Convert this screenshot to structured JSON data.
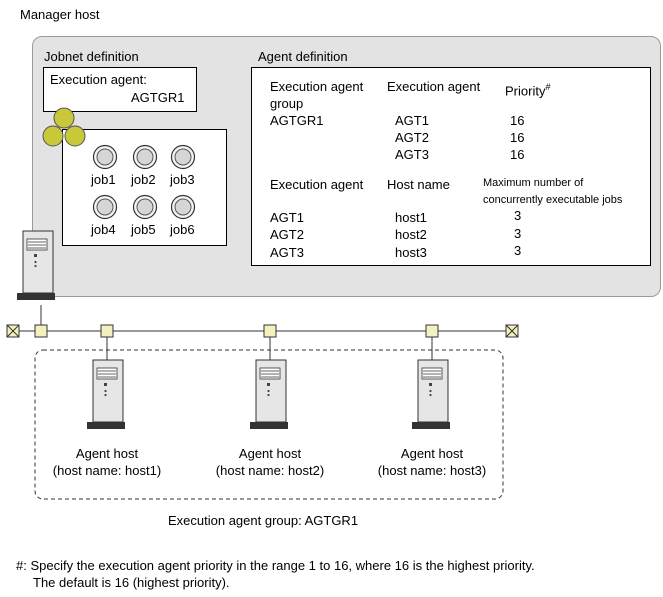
{
  "manager_host_label": "Manager host",
  "jobnet": {
    "section_title": "Jobnet definition",
    "exec_agent_label": "Execution agent:",
    "exec_agent_value": "AGTGR1",
    "jobs": [
      "job1",
      "job2",
      "job3",
      "job4",
      "job5",
      "job6"
    ]
  },
  "agent_def": {
    "section_title": "Agent definition",
    "table1": {
      "headers": [
        "Execution agent",
        "group",
        "Execution agent",
        "Priority",
        "#"
      ],
      "group_value": "AGTGR1",
      "agents": [
        "AGT1",
        "AGT2",
        "AGT3"
      ],
      "priorities": [
        "16",
        "16",
        "16"
      ]
    },
    "table2": {
      "headers": [
        "Execution agent",
        "Host name",
        "Maximum number of",
        "concurrently executable jobs"
      ],
      "agents": [
        "AGT1",
        "AGT2",
        "AGT3"
      ],
      "hosts": [
        "host1",
        "host2",
        "host3"
      ],
      "max_jobs": [
        "3",
        "3",
        "3"
      ]
    }
  },
  "agent_hosts": [
    {
      "label": "Agent host",
      "detail": "(host name: host1)"
    },
    {
      "label": "Agent host",
      "detail": "(host name: host2)"
    },
    {
      "label": "Agent host",
      "detail": "(host name: host3)"
    }
  ],
  "group_caption": "Execution agent group: AGTGR1",
  "footnote": {
    "line1": "#: Specify the execution agent priority in the range 1 to 16, where 16 is the highest priority.",
    "line2": "The default is 16 (highest priority)."
  },
  "colors": {
    "panel": "#e3e3e3",
    "jobnet_icon": "#c8c83a",
    "connector": "#f3f1c0",
    "server_body": "#e6e6e6"
  }
}
